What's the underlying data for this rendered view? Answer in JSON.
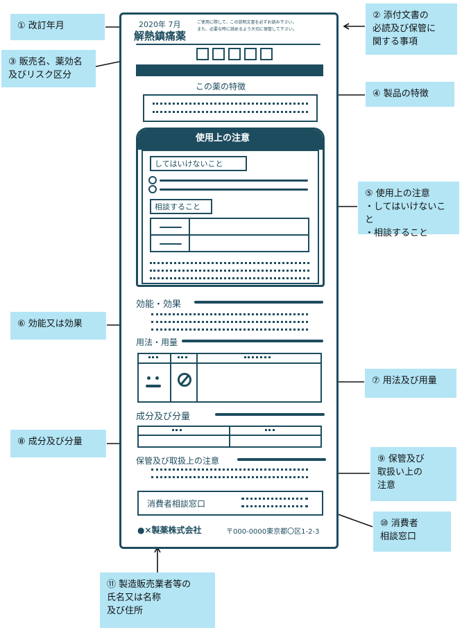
{
  "callouts": {
    "c1": "① 改訂年月",
    "c2": "② 添付文書の\n必読及び保管に\n関する事項",
    "c3": "③ 販売名、薬効名\n及びリスク区分",
    "c4": "④ 製品の特徴",
    "c5": "⑤ 使用上の注意\n・してはいけないこと\n・相談すること",
    "c6": "⑥ 効能又は効果",
    "c7": "⑦ 用法及び用量",
    "c8": "⑧ 成分及び分量",
    "c9": "⑨ 保管及び\n取扱い上の\n注意",
    "c10": "⑩ 消費者\n相談窓口",
    "c11": "⑪ 製造販売業者等の\n氏名又は名称\n及び住所"
  },
  "doc": {
    "revision": "2020年 7月",
    "product": "解熱鎮痛薬",
    "notice": "ご使用に際して、この説明文書を必ずお読み下さい。\nまた、必要な時に読めるよう大切に保管して下さい。",
    "features_title": "この薬の特徴",
    "precautions_title": "使用上の注意",
    "dont_label": "してはいけないこと",
    "consult_label": "相談すること",
    "efficacy_title": "効能・効果",
    "dosage_title": "用法・用量",
    "ingredients_title": "成分及び分量",
    "storage_title": "保管及び取扱上の注意",
    "consumer_label": "消費者相談窓口",
    "company": "●×製薬株式会社",
    "address": "〒000-0000東京都〇区1-2-3"
  },
  "colors": {
    "ink": "#1d4c5e",
    "callout": "#b3e5f5"
  }
}
